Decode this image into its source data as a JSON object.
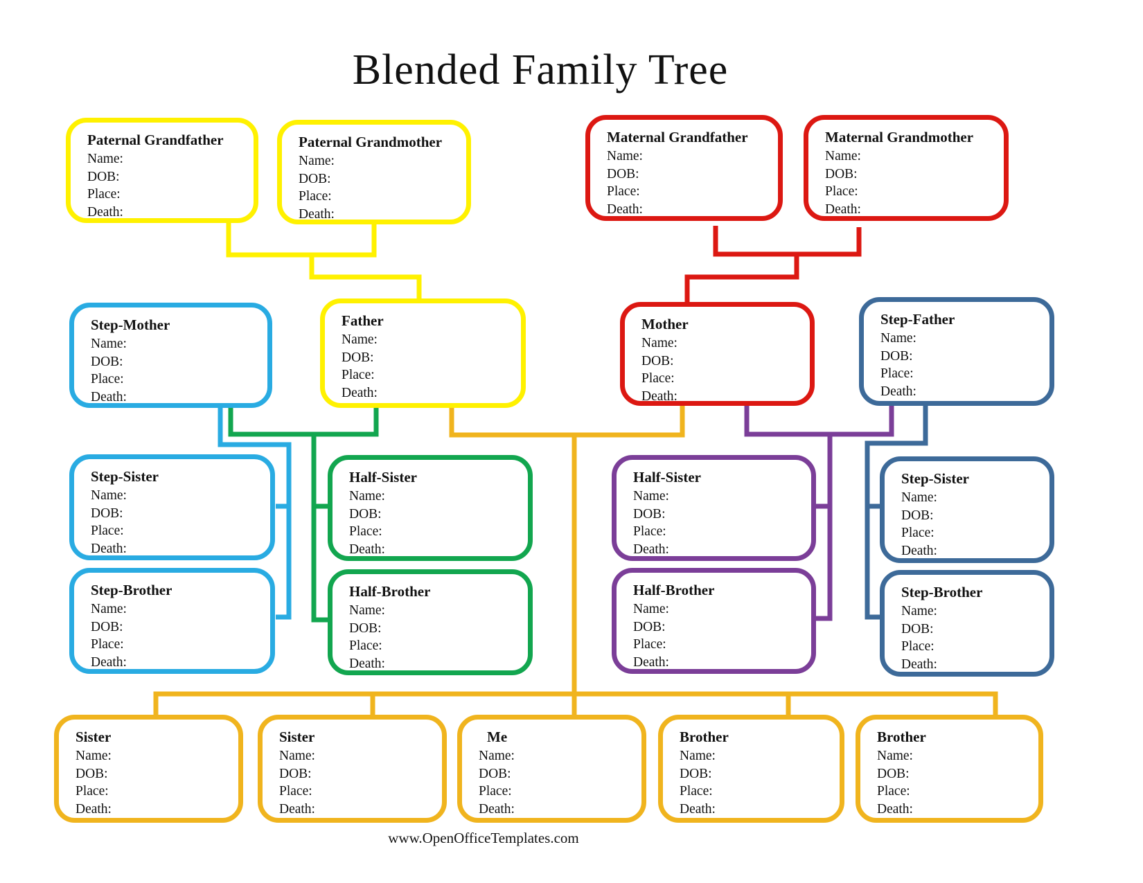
{
  "title": "Blended Family Tree",
  "footer": "www.OpenOfficeTemplates.com",
  "fields": [
    "Name:",
    "DOB:",
    "Place:",
    "Death:"
  ],
  "colors": {
    "yellow": "#FFF100",
    "red": "#DC1812",
    "cyan": "#29ABE2",
    "green": "#12A64F",
    "purple": "#7B3E98",
    "steel": "#3D6A99",
    "orange": "#F0B41E"
  },
  "boxes": {
    "paternal_grandfather": {
      "label": "Paternal Grandfather"
    },
    "paternal_grandmother": {
      "label": "Paternal Grandmother"
    },
    "maternal_grandfather": {
      "label": "Maternal Grandfather"
    },
    "maternal_grandmother": {
      "label": "Maternal Grandmother"
    },
    "step_mother": {
      "label": "Step-Mother"
    },
    "father": {
      "label": "Father"
    },
    "mother": {
      "label": "Mother"
    },
    "step_father": {
      "label": "Step-Father"
    },
    "step_sister_left": {
      "label": "Step-Sister"
    },
    "half_sister_left": {
      "label": "Half-Sister"
    },
    "half_sister_right": {
      "label": "Half-Sister"
    },
    "step_sister_right": {
      "label": "Step-Sister"
    },
    "step_brother_left": {
      "label": "Step-Brother"
    },
    "half_brother_left": {
      "label": "Half-Brother"
    },
    "half_brother_right": {
      "label": "Half-Brother"
    },
    "step_brother_right": {
      "label": "Step-Brother"
    },
    "sister_1": {
      "label": "Sister"
    },
    "sister_2": {
      "label": "Sister"
    },
    "me": {
      "label": "Me"
    },
    "brother_1": {
      "label": "Brother"
    },
    "brother_2": {
      "label": "Brother"
    }
  }
}
